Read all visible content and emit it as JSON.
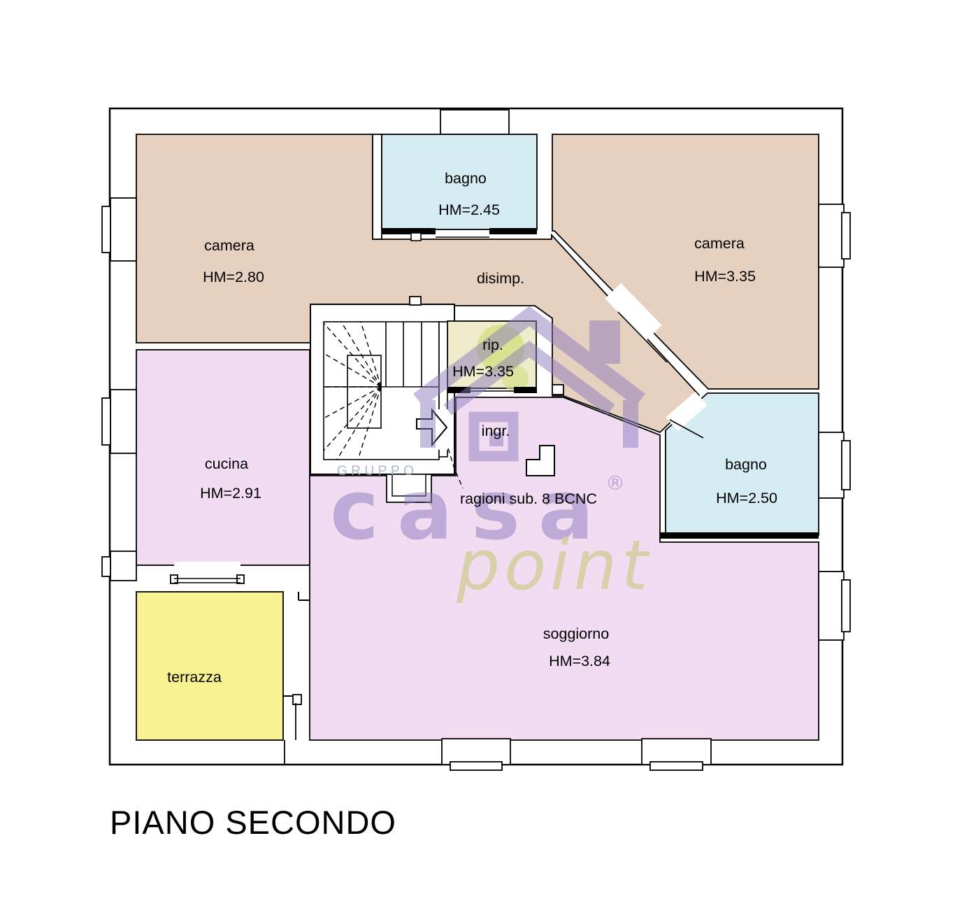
{
  "title": "PIANO SECONDO",
  "floor_plan": {
    "rooms": [
      {
        "id": "camera1",
        "name": "camera",
        "hm": "HM=2.80",
        "color": "#e6d1c0"
      },
      {
        "id": "bagno1",
        "name": "bagno",
        "hm": "HM=2.45",
        "color": "#d5ecf3"
      },
      {
        "id": "camera2",
        "name": "camera",
        "hm": "HM=3.35",
        "color": "#e6d1c0"
      },
      {
        "id": "disimpegno",
        "name": "disimp.",
        "hm": "",
        "color": "#e6d1c0"
      },
      {
        "id": "rip",
        "name": "rip.",
        "hm": "HM=3.35",
        "color": "#eeecca"
      },
      {
        "id": "ingresso",
        "name": "ingr.",
        "hm": "",
        "color": "#f2dcf2"
      },
      {
        "id": "cucina",
        "name": "cucina",
        "hm": "HM=2.91",
        "color": "#f2dcf2"
      },
      {
        "id": "bagno2",
        "name": "bagno",
        "hm": "HM=2.50",
        "color": "#d5ecf3"
      },
      {
        "id": "soggiorno",
        "name": "soggiorno",
        "hm": "HM=3.84",
        "color": "#f2dcf2"
      },
      {
        "id": "terrazza",
        "name": "terrazza",
        "hm": "",
        "color": "#f8f290"
      }
    ],
    "annotation": "ragioni sub. 8 BCNC",
    "stair_circle_color": "#d2e082"
  },
  "watermark": {
    "gruppo": "GRUPPO",
    "casa": "casa",
    "point": "point",
    "registered": "®",
    "purple": "#8a79bd",
    "olive": "#d6cfa4",
    "gray": "#a3b0c8"
  },
  "colors": {
    "wall": "#000000",
    "background": "#ffffff"
  }
}
